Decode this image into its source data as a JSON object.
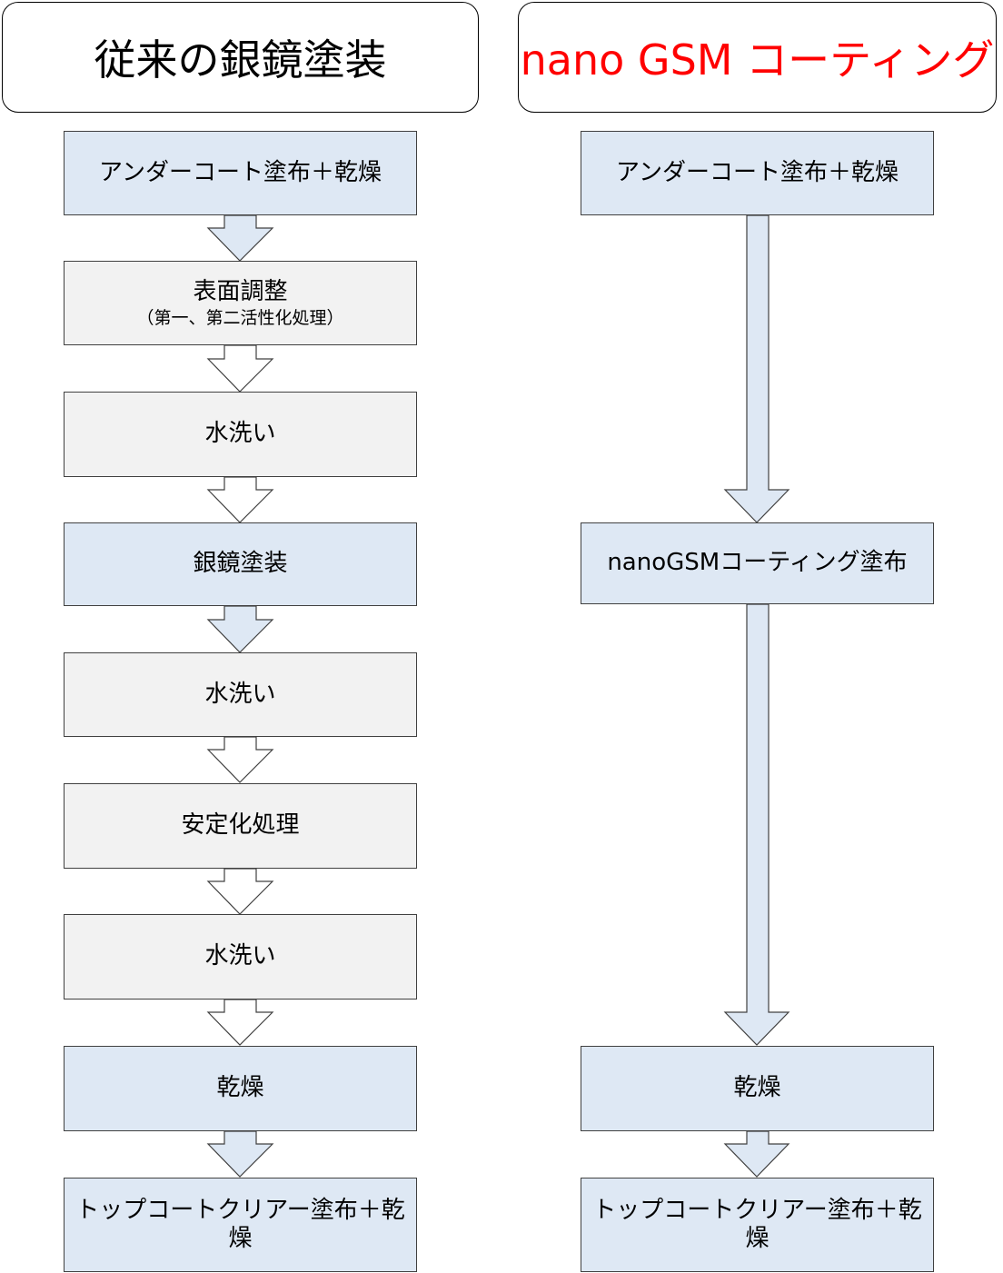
{
  "colors": {
    "blue_fill": "#dee8f4",
    "gray_fill": "#f2f2f2",
    "accent_red": "#ff0000",
    "outline": "#404040"
  },
  "left": {
    "title": "従来の銀鏡塗装",
    "steps": [
      {
        "label": "アンダーコート塗布＋乾燥",
        "fill": "blue"
      },
      {
        "label": "表面調整",
        "sublabel": "（第一、第二活性化処理）",
        "fill": "gray"
      },
      {
        "label": "水洗い",
        "fill": "gray"
      },
      {
        "label": "銀鏡塗装",
        "fill": "blue"
      },
      {
        "label": "水洗い",
        "fill": "gray"
      },
      {
        "label": "安定化処理",
        "fill": "gray"
      },
      {
        "label": "水洗い",
        "fill": "gray"
      },
      {
        "label": "乾燥",
        "fill": "blue"
      },
      {
        "label": "トップコートクリアー塗布＋乾燥",
        "fill": "blue"
      }
    ]
  },
  "right": {
    "title": "nano GSM コーティング",
    "steps": [
      {
        "label": "アンダーコート塗布＋乾燥",
        "fill": "blue"
      },
      {
        "label": "nanoGSMコーティング塗布",
        "fill": "blue"
      },
      {
        "label": "乾燥",
        "fill": "blue"
      },
      {
        "label": "トップコートクリアー塗布＋乾燥",
        "fill": "blue"
      }
    ]
  }
}
